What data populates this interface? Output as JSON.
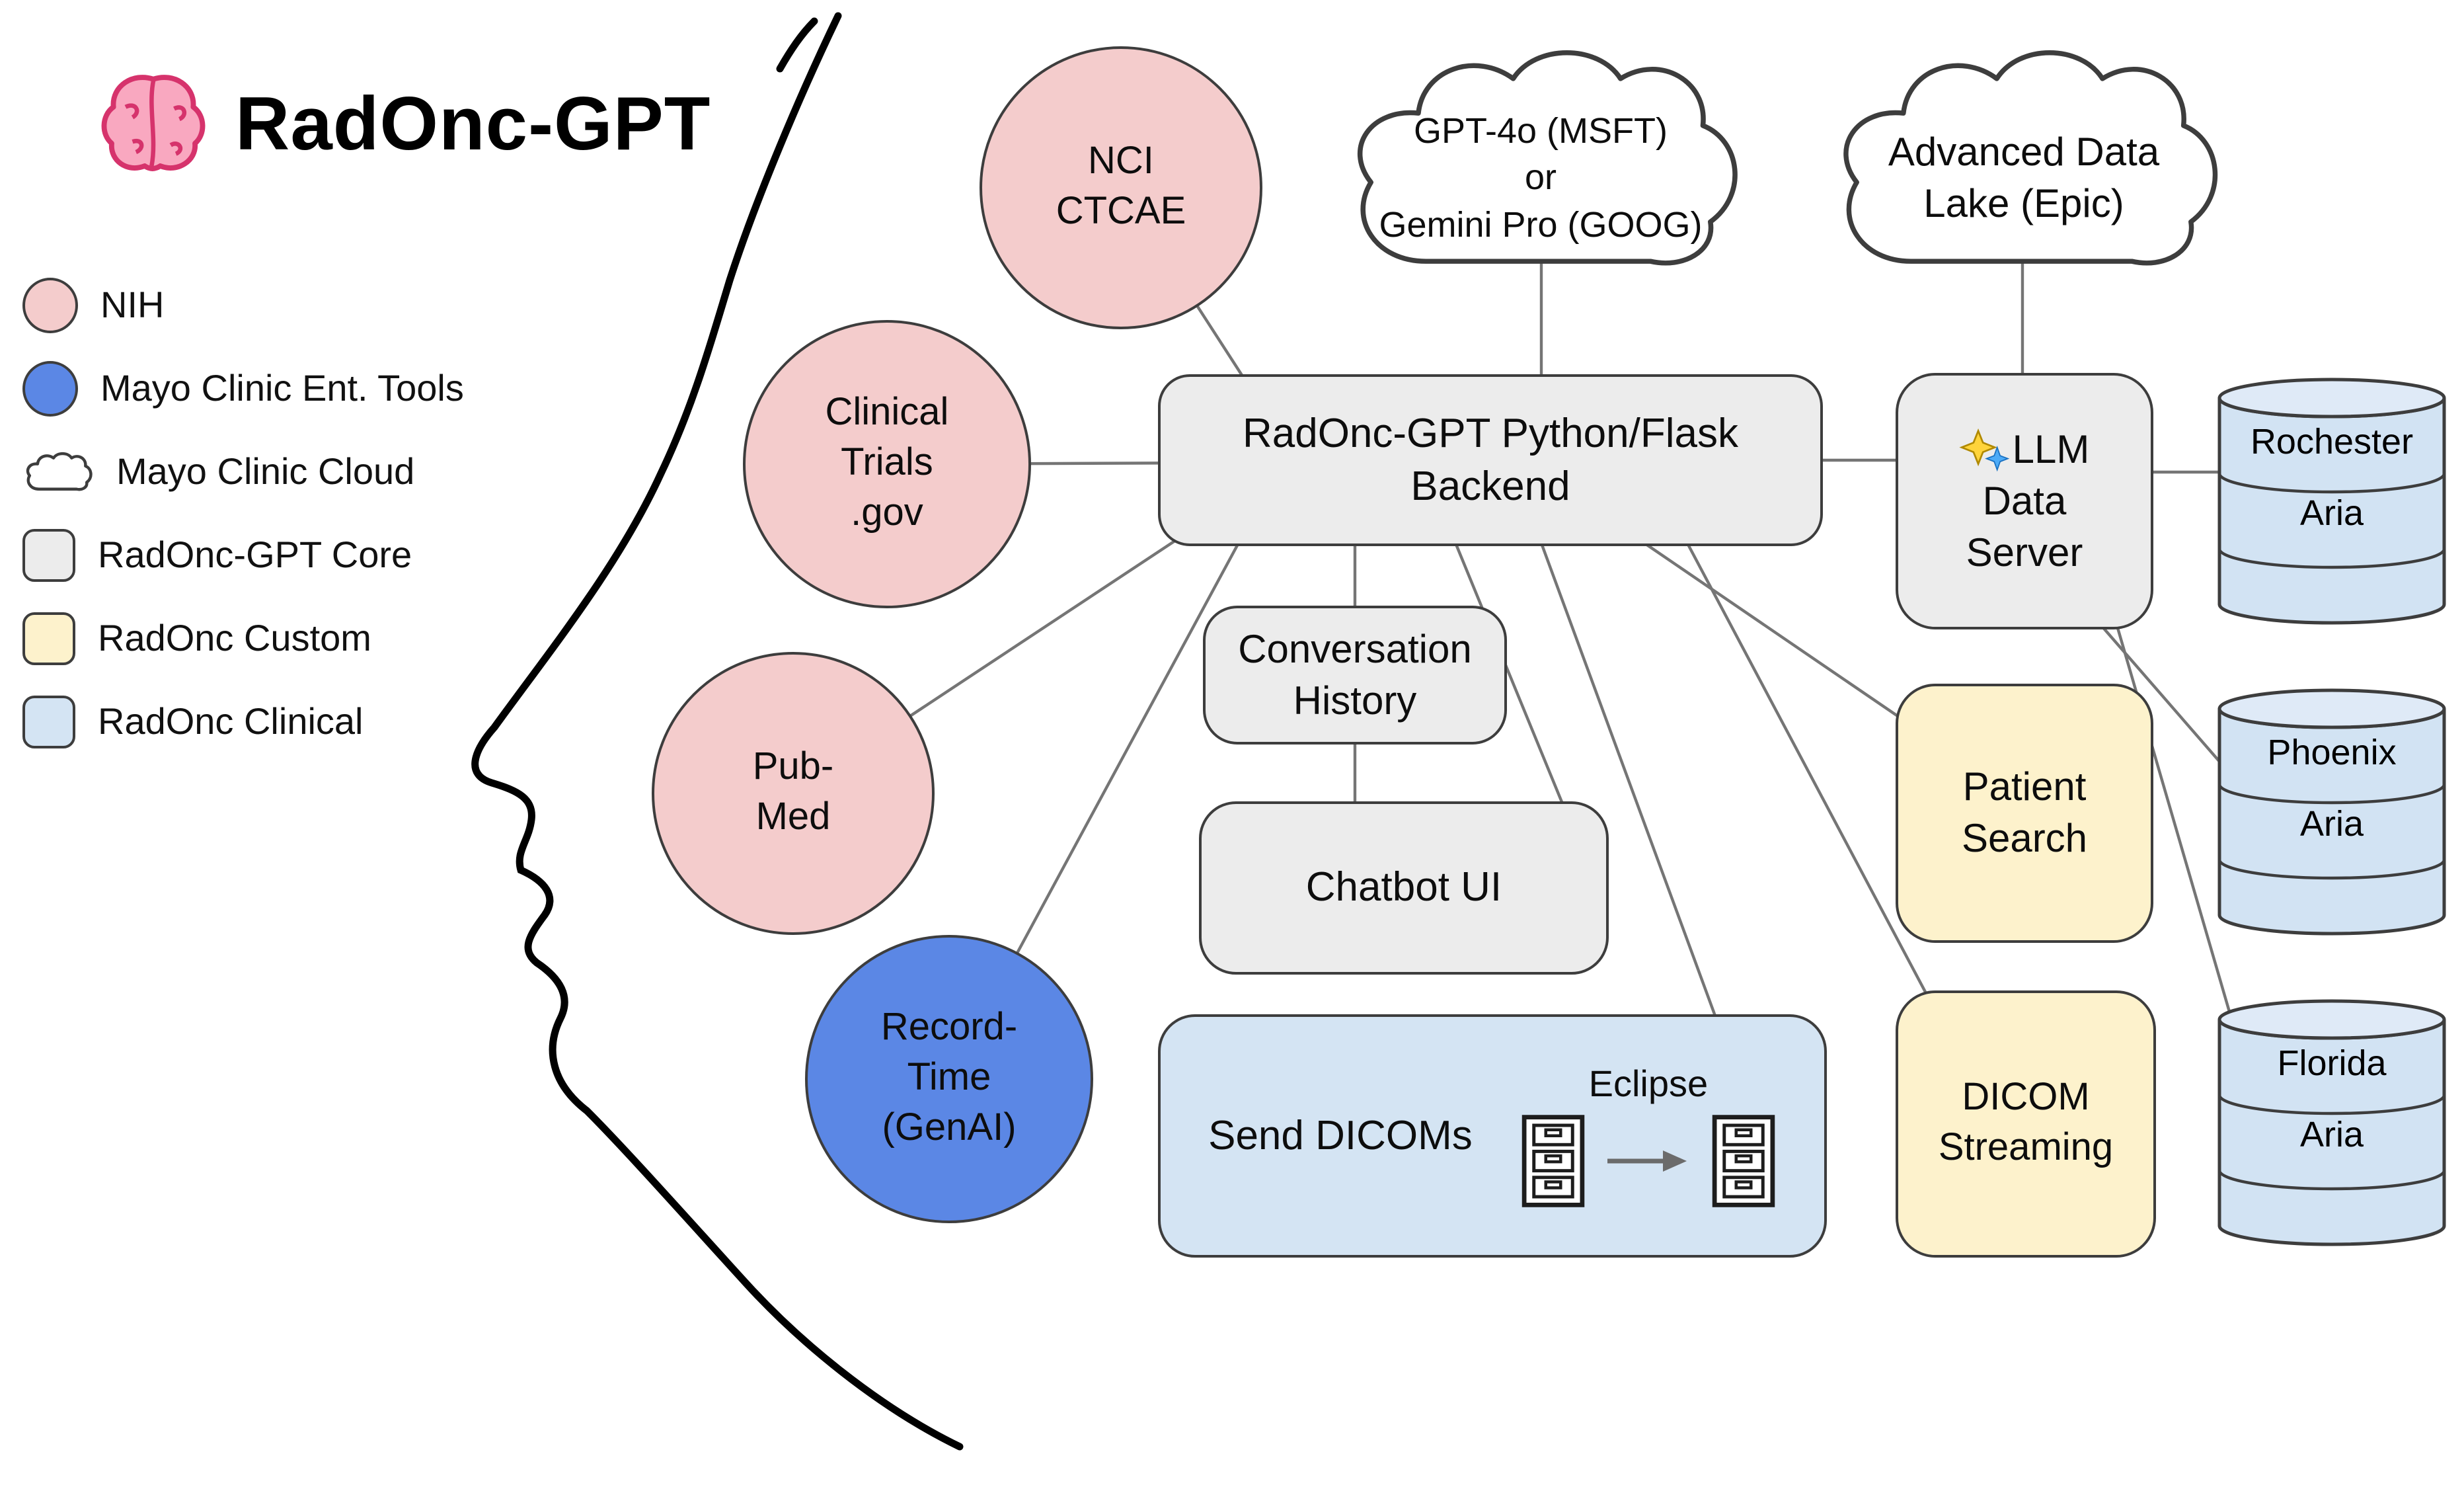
{
  "title": "RadOnc-GPT",
  "colors": {
    "nih_pink": "#f4cccc",
    "mayo_ent_blue": "#5b87e5",
    "cloud_white": "#ffffff",
    "core_gray": "#ececec",
    "custom_yellow": "#fdf2cc",
    "clinical_blue": "#d4e4f3"
  },
  "legend": {
    "items": [
      {
        "label": "NIH"
      },
      {
        "label": "Mayo Clinic Ent. Tools"
      },
      {
        "label": "Mayo Clinic Cloud"
      },
      {
        "label": "RadOnc-GPT Core"
      },
      {
        "label": "RadOnc Custom"
      },
      {
        "label": "RadOnc Clinical"
      }
    ]
  },
  "nodes": {
    "nci_ctcae": {
      "label": "NCI\nCTCAE"
    },
    "clinical_trials": {
      "label": "Clinical\nTrials\n.gov"
    },
    "pubmed": {
      "label": "Pub-\nMed"
    },
    "record_time": {
      "label": "Record-\nTime\n(GenAI)"
    },
    "llm_cloud": {
      "label": "GPT-4o (MSFT)\nor\nGemini Pro (GOOG)"
    },
    "data_lake_cloud": {
      "label": "Advanced Data\nLake (Epic)"
    },
    "backend": {
      "label": "RadOnc-GPT Python/Flask\nBackend"
    },
    "conversation_history": {
      "label": "Conversation\nHistory"
    },
    "chatbot_ui": {
      "label": "Chatbot UI"
    },
    "send_dicoms": {
      "label": "Send DICOMs",
      "sublabel": "Eclipse"
    },
    "llm_data_server": {
      "label": "LLM\nData\nServer"
    },
    "patient_search": {
      "label": "Patient\nSearch"
    },
    "dicom_streaming": {
      "label": "DICOM\nStreaming"
    }
  },
  "databases": [
    {
      "location": "Rochester",
      "system": "Aria"
    },
    {
      "location": "Phoenix",
      "system": "Aria"
    },
    {
      "location": "Florida",
      "system": "Aria"
    }
  ]
}
